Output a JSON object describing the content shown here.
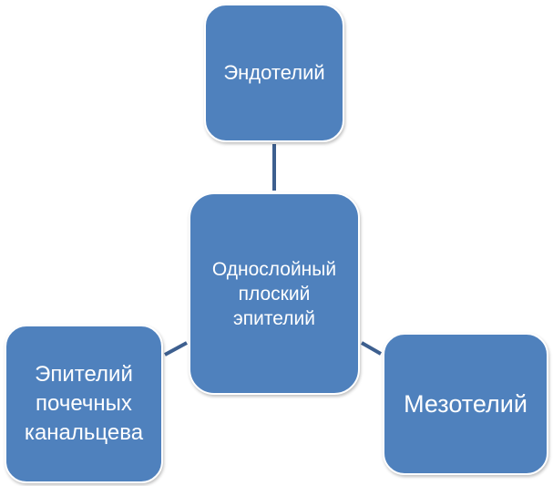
{
  "diagram": {
    "colors": {
      "node_fill": "#4f81bd",
      "connector": "#3d5f8f",
      "text": "#ffffff"
    },
    "center": {
      "label": "Однослойный\nплоский\nэпителий"
    },
    "top": {
      "label": "Эндотелий"
    },
    "left": {
      "label": "Эпителий\nпочечных\nканальцева"
    },
    "right": {
      "label": "Мезотелий"
    }
  }
}
